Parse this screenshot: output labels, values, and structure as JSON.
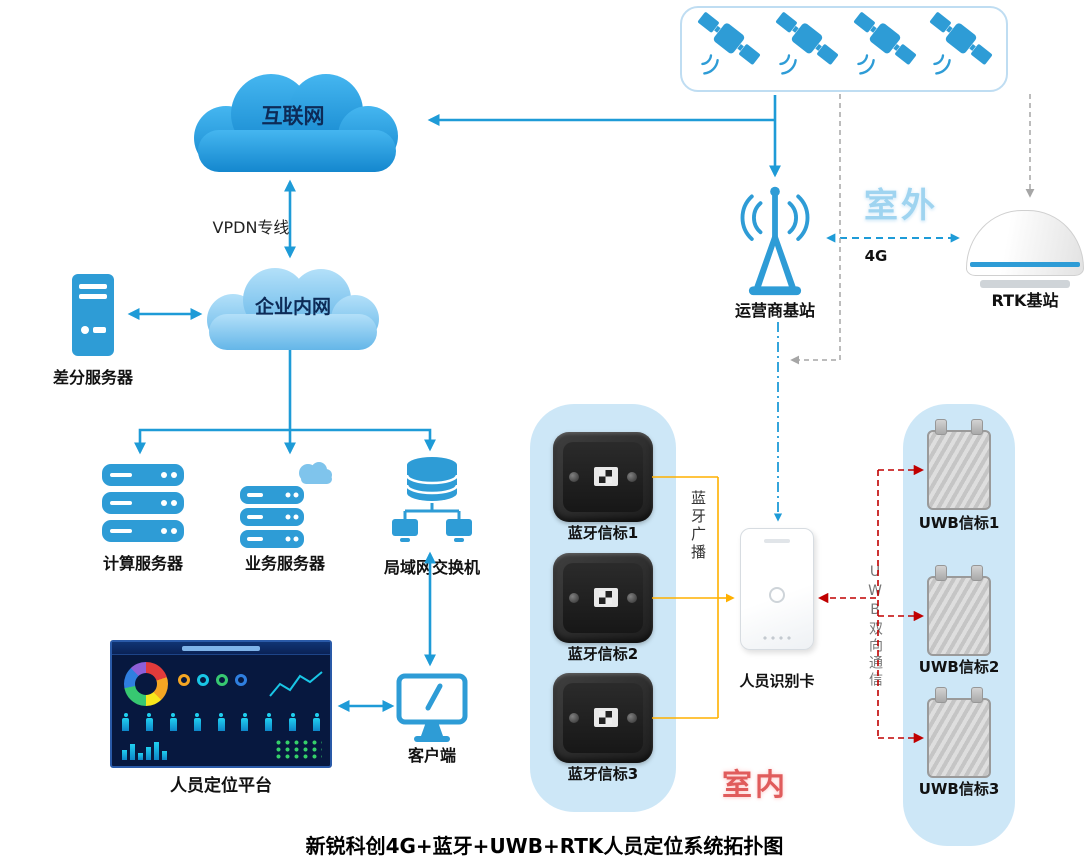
{
  "title": "新锐科创4G+蓝牙+UWB+RTK人员定位系统拓扑图",
  "zones": {
    "outdoor": "室外",
    "indoor": "室内"
  },
  "links": {
    "vpdn": "VPDN专线",
    "g4": "4G",
    "bt_broadcast": "蓝牙广播",
    "uwb_comm": "UWB双向通信"
  },
  "nodes": {
    "internet": "互联网",
    "intranet": "企业内网",
    "diff_server": "差分服务器",
    "compute_server": "计算服务器",
    "business_server": "业务服务器",
    "lan_switch": "局域网交换机",
    "platform": "人员定位平台",
    "client": "客户端",
    "operator_station": "运营商基站",
    "rtk_station": "RTK基站",
    "person_card": "人员识别卡"
  },
  "bt_beacons": [
    {
      "label": "蓝牙信标1"
    },
    {
      "label": "蓝牙信标2"
    },
    {
      "label": "蓝牙信标3"
    }
  ],
  "uwb_beacons": [
    {
      "label": "UWB信标1"
    },
    {
      "label": "UWB信标2"
    },
    {
      "label": "UWB信标3"
    }
  ],
  "colors": {
    "blue_line": "#1E9BD7",
    "icon_blue": "#2E9CD6",
    "orange_line": "#FFB000",
    "red_line": "#C00000",
    "gray_line": "#A6A6A6",
    "container_fill": "#CDE7F7",
    "outdoor_text": "#9FD4F0",
    "indoor_text": "#E05C5C"
  }
}
